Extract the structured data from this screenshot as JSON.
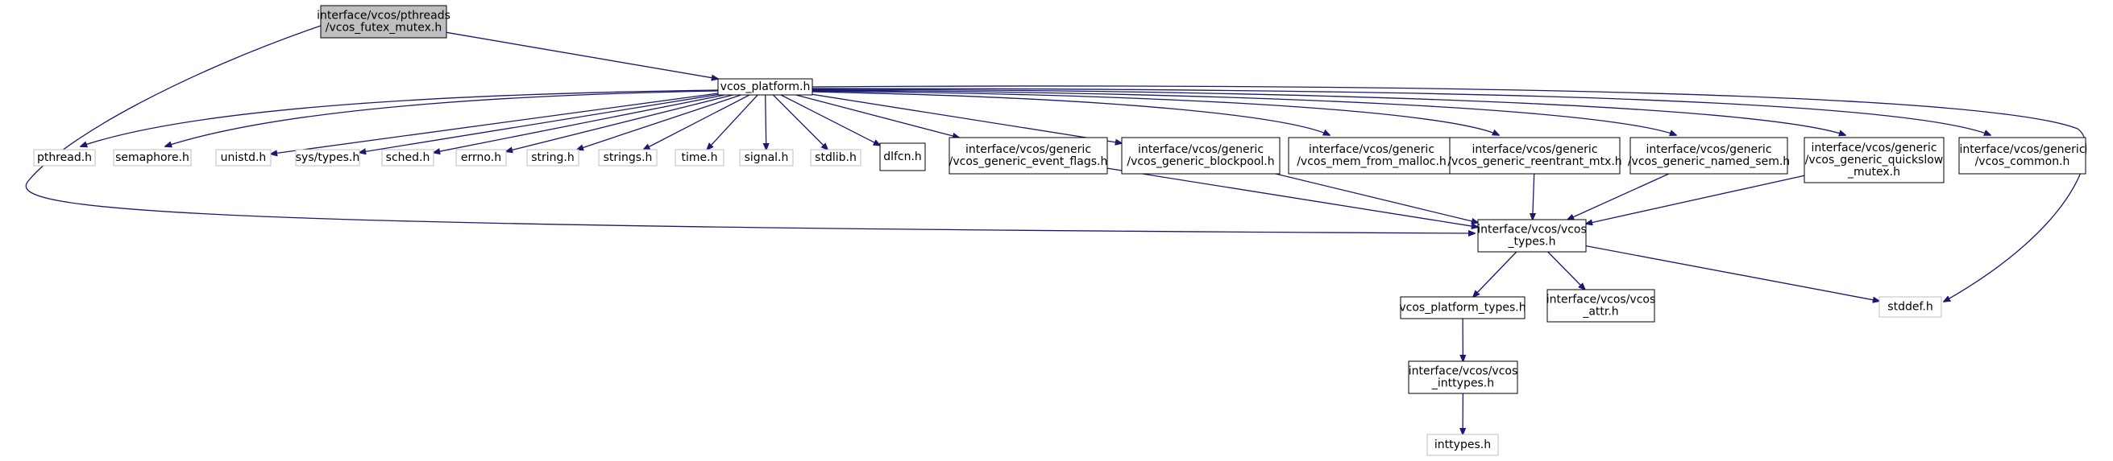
{
  "graph": {
    "nodes": [
      {
        "id": "root",
        "lines": [
          "interface/vcos/pthreads",
          "/vcos_futex_mutex.h"
        ],
        "style": "root"
      },
      {
        "id": "vcos_platform",
        "lines": [
          "vcos_platform.h"
        ],
        "style": "doc"
      },
      {
        "id": "pthread",
        "lines": [
          "pthread.h"
        ],
        "style": "ext"
      },
      {
        "id": "semaphore",
        "lines": [
          "semaphore.h"
        ],
        "style": "ext"
      },
      {
        "id": "unistd",
        "lines": [
          "unistd.h"
        ],
        "style": "ext"
      },
      {
        "id": "systypes",
        "lines": [
          "sys/types.h"
        ],
        "style": "ext"
      },
      {
        "id": "sched",
        "lines": [
          "sched.h"
        ],
        "style": "ext"
      },
      {
        "id": "errno",
        "lines": [
          "errno.h"
        ],
        "style": "ext"
      },
      {
        "id": "string",
        "lines": [
          "string.h"
        ],
        "style": "ext"
      },
      {
        "id": "strings",
        "lines": [
          "strings.h"
        ],
        "style": "ext"
      },
      {
        "id": "time",
        "lines": [
          "time.h"
        ],
        "style": "ext"
      },
      {
        "id": "signal",
        "lines": [
          "signal.h"
        ],
        "style": "ext"
      },
      {
        "id": "stdlib",
        "lines": [
          "stdlib.h"
        ],
        "style": "ext"
      },
      {
        "id": "dlfcn",
        "lines": [
          "dlfcn.h"
        ],
        "style": "doc"
      },
      {
        "id": "event_flags",
        "lines": [
          "interface/vcos/generic",
          "/vcos_generic_event_flags.h"
        ],
        "style": "doc"
      },
      {
        "id": "blockpool",
        "lines": [
          "interface/vcos/generic",
          "/vcos_generic_blockpool.h"
        ],
        "style": "doc"
      },
      {
        "id": "mem_from_malloc",
        "lines": [
          "interface/vcos/generic",
          "/vcos_mem_from_malloc.h"
        ],
        "style": "doc"
      },
      {
        "id": "reentrant_mtx",
        "lines": [
          "interface/vcos/generic",
          "/vcos_generic_reentrant_mtx.h"
        ],
        "style": "doc"
      },
      {
        "id": "named_sem",
        "lines": [
          "interface/vcos/generic",
          "/vcos_generic_named_sem.h"
        ],
        "style": "doc"
      },
      {
        "id": "quickslow",
        "lines": [
          "interface/vcos/generic",
          "/vcos_generic_quickslow",
          "_mutex.h"
        ],
        "style": "doc"
      },
      {
        "id": "common",
        "lines": [
          "interface/vcos/generic",
          "/vcos_common.h"
        ],
        "style": "doc"
      },
      {
        "id": "vcos_types",
        "lines": [
          "interface/vcos/vcos",
          "_types.h"
        ],
        "style": "doc"
      },
      {
        "id": "platform_types",
        "lines": [
          "vcos_platform_types.h"
        ],
        "style": "doc"
      },
      {
        "id": "attr",
        "lines": [
          "interface/vcos/vcos",
          "_attr.h"
        ],
        "style": "doc"
      },
      {
        "id": "stddef",
        "lines": [
          "stddef.h"
        ],
        "style": "ext"
      },
      {
        "id": "inttypes_vcos",
        "lines": [
          "interface/vcos/vcos",
          "_inttypes.h"
        ],
        "style": "doc"
      },
      {
        "id": "inttypes",
        "lines": [
          "inttypes.h"
        ],
        "style": "ext"
      }
    ],
    "edges": [
      {
        "from": "root",
        "to": "vcos_platform"
      },
      {
        "from": "root",
        "to": "vcos_types"
      },
      {
        "from": "vcos_platform",
        "to": "pthread"
      },
      {
        "from": "vcos_platform",
        "to": "semaphore"
      },
      {
        "from": "vcos_platform",
        "to": "unistd"
      },
      {
        "from": "vcos_platform",
        "to": "systypes"
      },
      {
        "from": "vcos_platform",
        "to": "sched"
      },
      {
        "from": "vcos_platform",
        "to": "errno"
      },
      {
        "from": "vcos_platform",
        "to": "string"
      },
      {
        "from": "vcos_platform",
        "to": "strings"
      },
      {
        "from": "vcos_platform",
        "to": "time"
      },
      {
        "from": "vcos_platform",
        "to": "signal"
      },
      {
        "from": "vcos_platform",
        "to": "stdlib"
      },
      {
        "from": "vcos_platform",
        "to": "dlfcn"
      },
      {
        "from": "vcos_platform",
        "to": "event_flags"
      },
      {
        "from": "vcos_platform",
        "to": "blockpool"
      },
      {
        "from": "vcos_platform",
        "to": "mem_from_malloc"
      },
      {
        "from": "vcos_platform",
        "to": "reentrant_mtx"
      },
      {
        "from": "vcos_platform",
        "to": "named_sem"
      },
      {
        "from": "vcos_platform",
        "to": "quickslow"
      },
      {
        "from": "vcos_platform",
        "to": "common"
      },
      {
        "from": "vcos_platform",
        "to": "stddef"
      },
      {
        "from": "event_flags",
        "to": "vcos_types"
      },
      {
        "from": "blockpool",
        "to": "vcos_types"
      },
      {
        "from": "reentrant_mtx",
        "to": "vcos_types"
      },
      {
        "from": "named_sem",
        "to": "vcos_types"
      },
      {
        "from": "quickslow",
        "to": "vcos_types"
      },
      {
        "from": "vcos_types",
        "to": "platform_types"
      },
      {
        "from": "vcos_types",
        "to": "attr"
      },
      {
        "from": "vcos_types",
        "to": "stddef"
      },
      {
        "from": "platform_types",
        "to": "inttypes_vcos"
      },
      {
        "from": "inttypes_vcos",
        "to": "inttypes"
      }
    ],
    "colors": {
      "edge": "#191970",
      "root_fill": "#bfbfbf",
      "external_border": "#bfbfbf",
      "node_border": "#000000"
    }
  }
}
